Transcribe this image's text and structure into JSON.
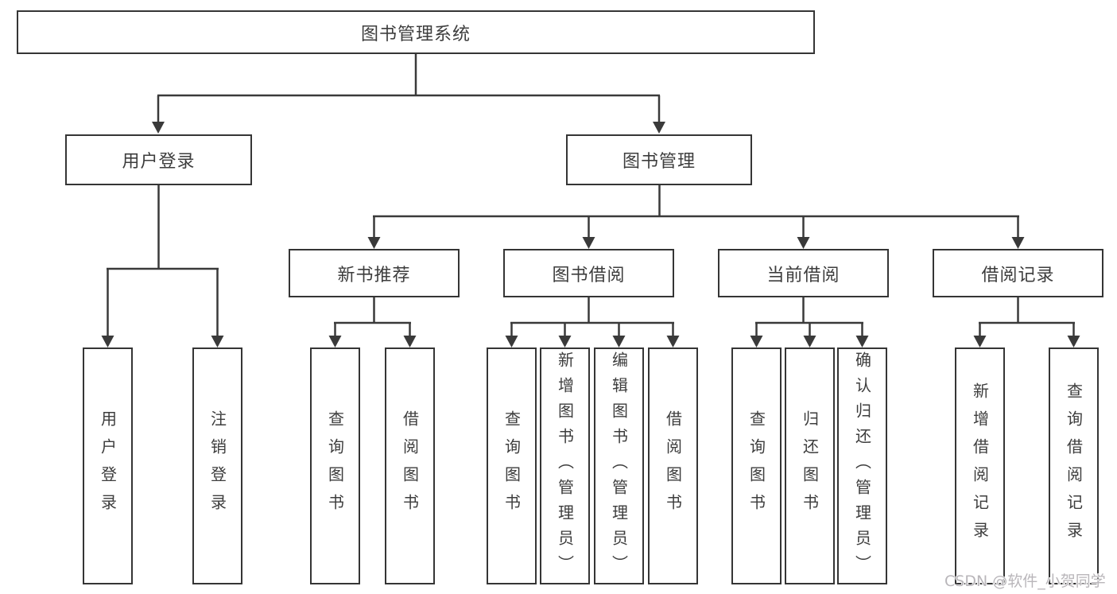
{
  "tree": {
    "root": {
      "label": "图书管理系统"
    },
    "branches": [
      {
        "label": "用户登录",
        "children": [
          {
            "label": "用户登录"
          },
          {
            "label": "注销登录"
          }
        ]
      },
      {
        "label": "图书管理",
        "children": [
          {
            "label": "新书推荐",
            "children": [
              {
                "label": "查询图书"
              },
              {
                "label": "借阅图书"
              }
            ]
          },
          {
            "label": "图书借阅",
            "children": [
              {
                "label": "查询图书"
              },
              {
                "label": "新增图书（管理员）"
              },
              {
                "label": "编辑图书（管理员）"
              },
              {
                "label": "借阅图书"
              }
            ]
          },
          {
            "label": "当前借阅",
            "children": [
              {
                "label": "查询图书"
              },
              {
                "label": "归还图书"
              },
              {
                "label": "确认归还（管理员）"
              }
            ]
          },
          {
            "label": "借阅记录",
            "children": [
              {
                "label": "新增借阅记录"
              },
              {
                "label": "查询借阅记录"
              }
            ]
          }
        ]
      }
    ]
  },
  "watermark": {
    "text": "CSDN @软件_小贺同学"
  },
  "colors": {
    "line": "#3a3a3a",
    "box_border": "#353535",
    "text": "#3d3d3d",
    "background": "#ffffff",
    "watermark": "#b9b6ba"
  }
}
